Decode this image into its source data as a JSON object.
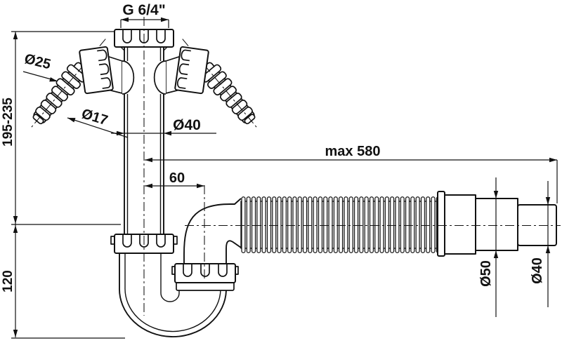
{
  "diagram": {
    "type": "technical-drawing",
    "subject": "sink-siphon-with-appliance-connections-and-flexible-outlet-hose",
    "line_color": "#111111",
    "background_color": "#ffffff"
  },
  "dimensions": {
    "thread_size": "G 6/4\"",
    "height_range": "195-235",
    "trap_depth": "120",
    "barb_outer_diameter": "Ø25",
    "barb_inner_diameter": "Ø17",
    "pipe_diameter": "Ø40",
    "max_hose_length": "max 580",
    "elbow_offset": "60",
    "outlet_diameter_large": "Ø50",
    "outlet_diameter_small": "Ø40"
  }
}
